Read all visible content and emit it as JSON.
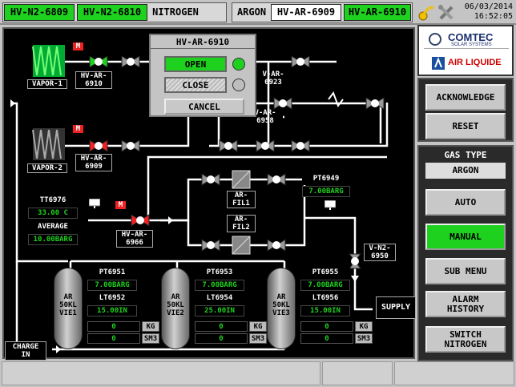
{
  "topbar": {
    "tag1": "HV-N2-6809",
    "tag2": "HV-N2-6810",
    "nitrogen_label": "NITROGEN",
    "argon_label": "ARGON",
    "tag3": "HV-AR-6909",
    "tag4": "HV-AR-6910",
    "date": "06/03/2014",
    "time": "16:52:05"
  },
  "popup": {
    "title": "HV-AR-6910",
    "open_label": "OPEN",
    "close_label": "CLOSE",
    "cancel_label": "CANCEL"
  },
  "pid": {
    "vapor1": "VAPOR-1",
    "vapor2": "VAPOR-2",
    "valve_6910": "HV-AR-\n6910",
    "valve_6909": "HV-AR-\n6909",
    "valve_6966": "HV-AR-\n6966",
    "m_badge": "M",
    "v6923": "V-AR-\n6923",
    "v6958": "V-AR-\n6958",
    "fil1": "AR-\nFIL1",
    "fil2": "AR-\nFIL2",
    "v_n2_6950": "V-N2-\n6950",
    "supply": "SUPPLY",
    "charge_in": "CHARGE\nIN",
    "pt6949": {
      "label": "PT6949",
      "value": "7.00BARG"
    },
    "tt6976": {
      "label": "TT6976",
      "value": "33.00 C"
    },
    "average": {
      "label": "AVERAGE",
      "value": "10.00BARG"
    },
    "tanks": [
      {
        "name": "AR\n50KL\nVIE1",
        "pt": "PT6951",
        "pt_val": "7.00BARG",
        "lt": "LT6952",
        "lt_val": "15.00IN",
        "kg": "0",
        "sm3": "0"
      },
      {
        "name": "AR\n50KL\nVIE2",
        "pt": "PT6953",
        "pt_val": "7.00BARG",
        "lt": "LT6954",
        "lt_val": "25.00IN",
        "kg": "0",
        "sm3": "0"
      },
      {
        "name": "AR\n50KL\nVIE3",
        "pt": "PT6955",
        "pt_val": "7.00BARG",
        "lt": "LT6956",
        "lt_val": "15.00IN",
        "kg": "0",
        "sm3": "0"
      }
    ],
    "kg_unit": "KG",
    "sm3_unit": "SM3"
  },
  "logos": {
    "comtec": "COMTEC",
    "comtec_sub": "SOLAR SYSTEMS",
    "airliquide": "AIR LIQUIDE"
  },
  "right": {
    "acknowledge": "ACKNOWLEDGE",
    "reset": "RESET",
    "gas_type_label": "GAS TYPE",
    "gas_type_value": "ARGON",
    "auto": "AUTO",
    "manual": "MANUAL",
    "sub_menu": "SUB MENU",
    "alarm_history": "ALARM\nHISTORY",
    "switch_nitrogen": "SWITCH\nNITROGEN"
  },
  "colors": {
    "accent_green": "#1fd11f",
    "alarm_red": "#ee2222",
    "pipe": "#ffffff",
    "background": "#000000"
  }
}
